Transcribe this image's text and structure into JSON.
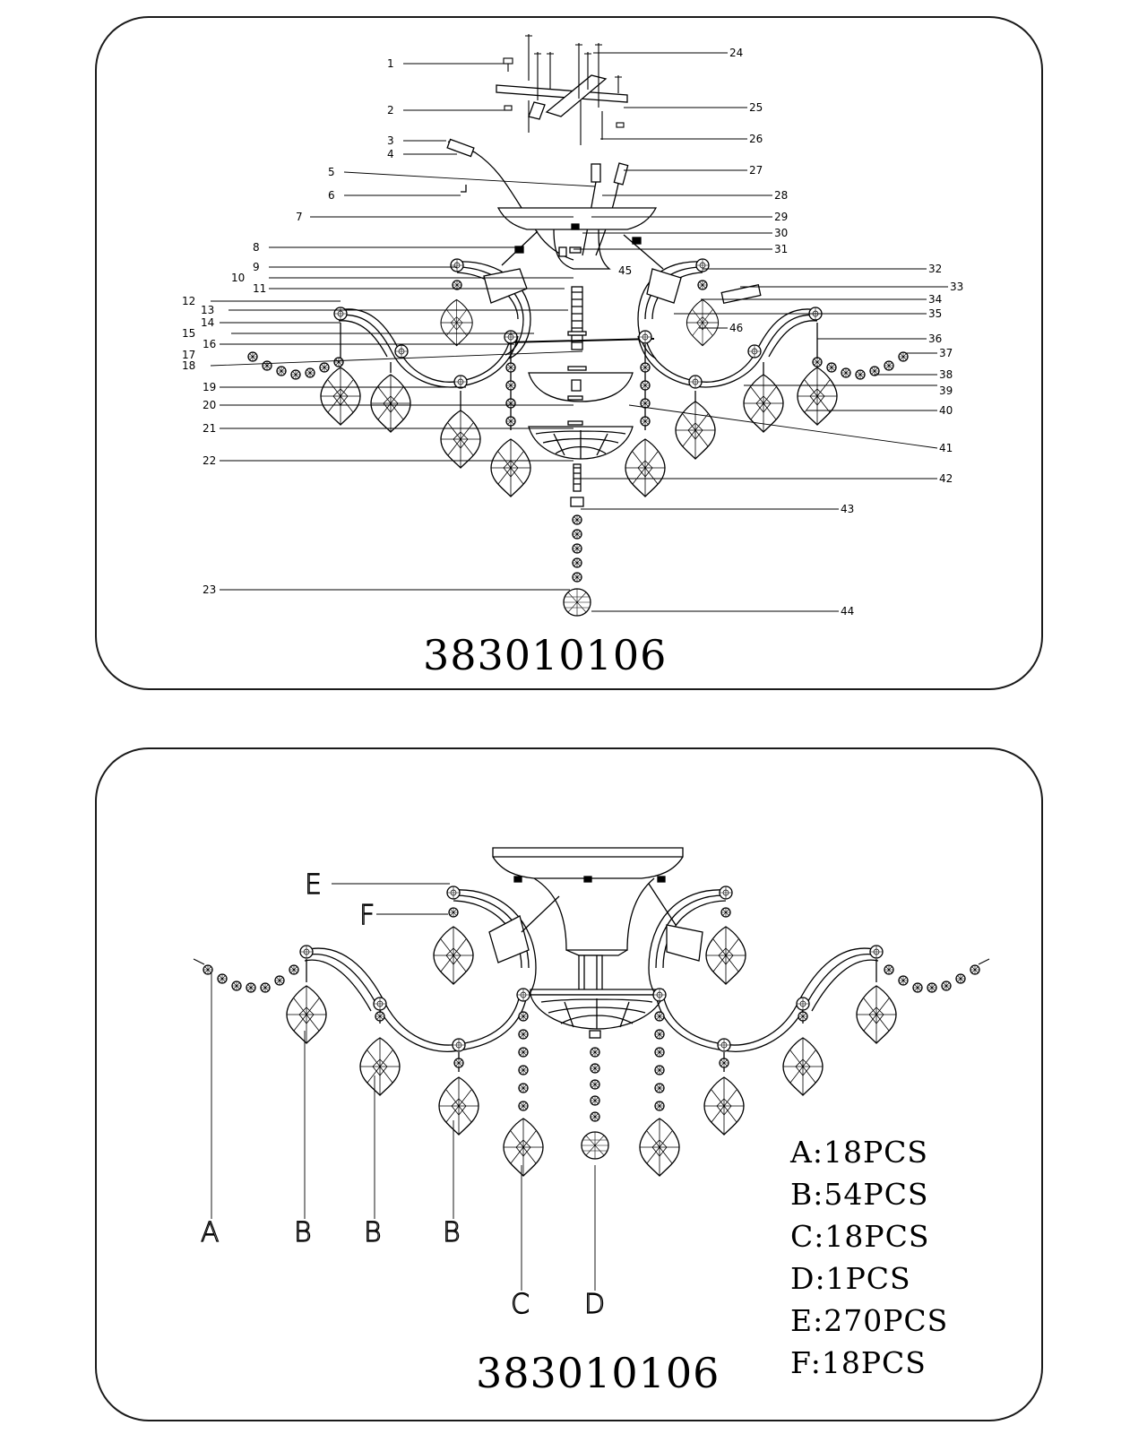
{
  "top_panel": {
    "model_number": "383010106",
    "left_callouts": [
      "1",
      "2",
      "3",
      "4",
      "5",
      "6",
      "7",
      "8",
      "9",
      "10",
      "11",
      "12",
      "13",
      "14",
      "15",
      "16",
      "17",
      "18",
      "19",
      "20",
      "21",
      "22",
      "23"
    ],
    "right_callouts": [
      "24",
      "25",
      "26",
      "27",
      "28",
      "29",
      "30",
      "31",
      "32",
      "33",
      "34",
      "35",
      "36",
      "37",
      "38",
      "39",
      "40",
      "41",
      "42",
      "43",
      "44"
    ],
    "inner_callouts": [
      "45",
      "46"
    ]
  },
  "bottom_panel": {
    "model_number": "383010106",
    "letters": [
      "E",
      "F",
      "A",
      "B",
      "B",
      "B",
      "C",
      "D"
    ],
    "quantities": [
      "A:18PCS",
      "B:54PCS",
      "C:18PCS",
      "D:1PCS",
      "E:270PCS",
      "F:18PCS"
    ]
  }
}
